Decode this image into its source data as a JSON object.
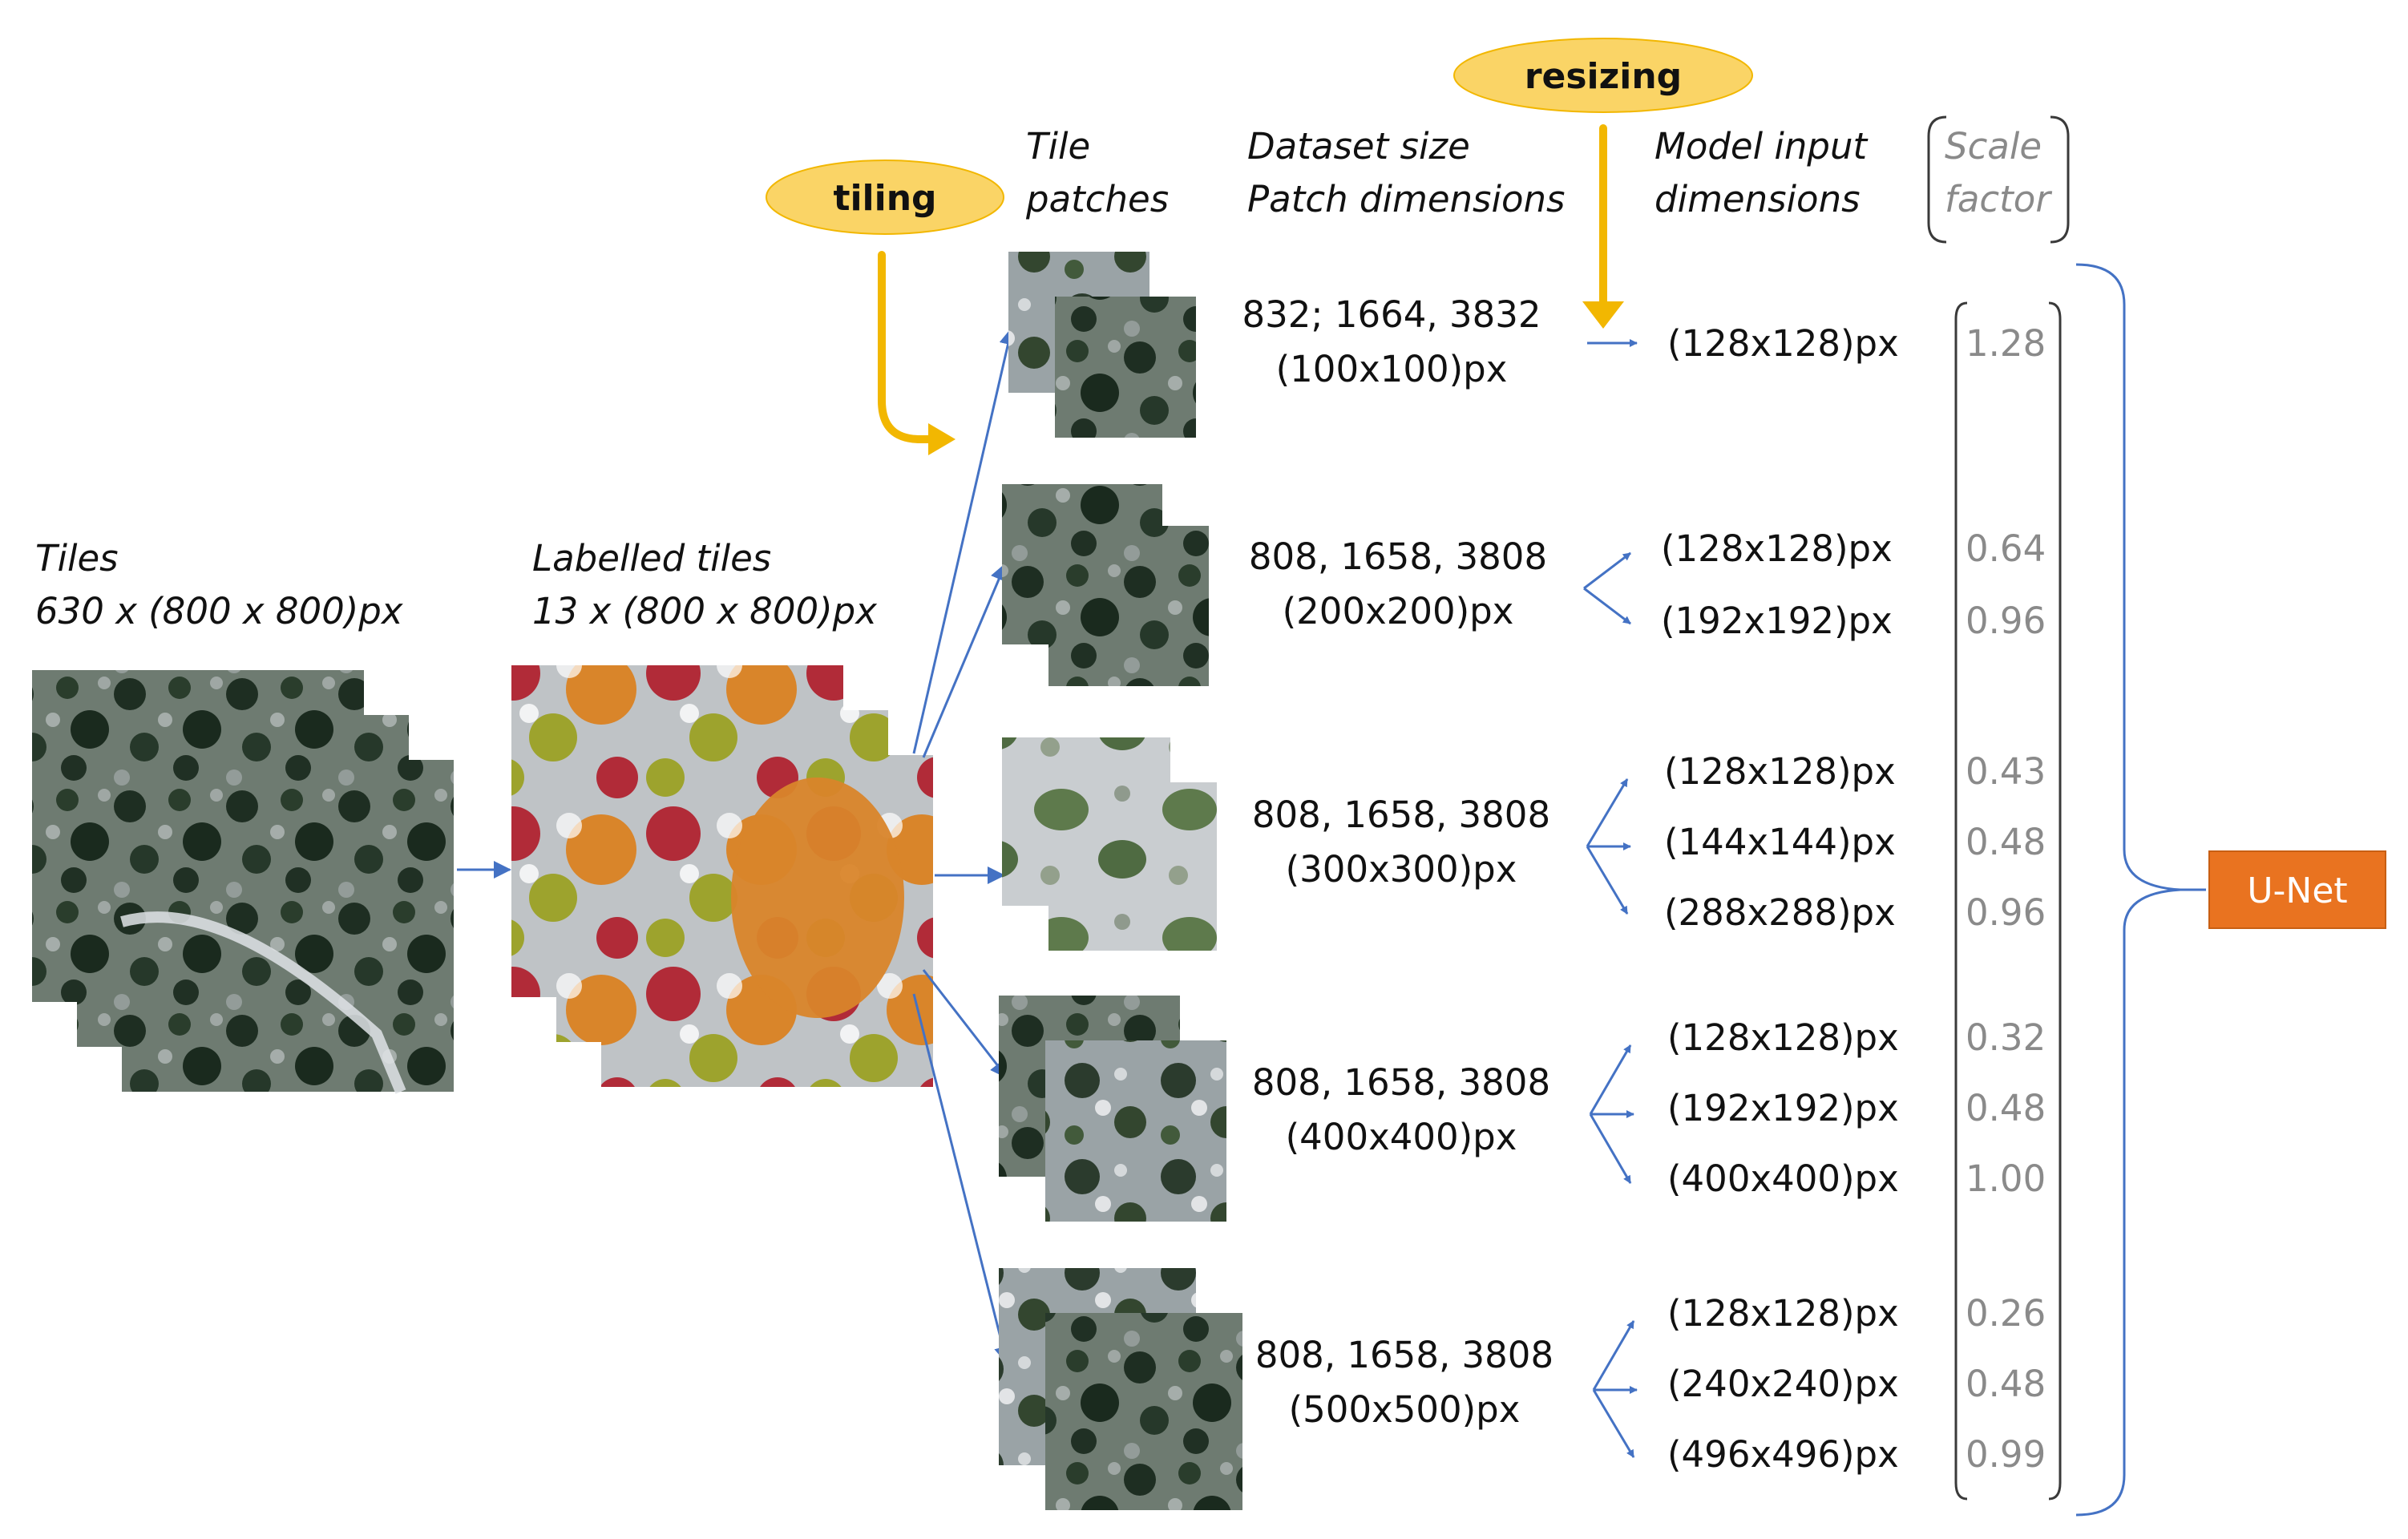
{
  "tiles": {
    "title": "Tiles",
    "subtitle": "630 x (800 x 800)px"
  },
  "labelled_tiles": {
    "title": "Labelled tiles",
    "subtitle": "13 x (800 x 800)px"
  },
  "process": {
    "tiling": "tiling",
    "resizing": "resizing"
  },
  "headers": {
    "tile_patches": [
      "Tile",
      "patches"
    ],
    "dataset": [
      "Dataset size",
      "Patch dimensions"
    ],
    "model_input": [
      "Model input",
      "dimensions"
    ],
    "scale_factor": [
      "Scale",
      "factor"
    ]
  },
  "groups": [
    {
      "dataset": "832; 1664, 3832",
      "patch": "(100x100)px",
      "inputs": [
        {
          "dim": "(128x128)px",
          "scale": "1.28"
        }
      ]
    },
    {
      "dataset": "808, 1658, 3808",
      "patch": "(200x200)px",
      "inputs": [
        {
          "dim": "(128x128)px",
          "scale": "0.64"
        },
        {
          "dim": "(192x192)px",
          "scale": "0.96"
        }
      ]
    },
    {
      "dataset": "808, 1658, 3808",
      "patch": "(300x300)px",
      "inputs": [
        {
          "dim": "(128x128)px",
          "scale": "0.43"
        },
        {
          "dim": "(144x144)px",
          "scale": "0.48"
        },
        {
          "dim": "(288x288)px",
          "scale": "0.96"
        }
      ]
    },
    {
      "dataset": "808, 1658, 3808",
      "patch": "(400x400)px",
      "inputs": [
        {
          "dim": "(128x128)px",
          "scale": "0.32"
        },
        {
          "dim": "(192x192)px",
          "scale": "0.48"
        },
        {
          "dim": "(400x400)px",
          "scale": "1.00"
        }
      ]
    },
    {
      "dataset": "808, 1658, 3808",
      "patch": "(500x500)px",
      "inputs": [
        {
          "dim": "(128x128)px",
          "scale": "0.26"
        },
        {
          "dim": "(240x240)px",
          "scale": "0.48"
        },
        {
          "dim": "(496x496)px",
          "scale": "0.99"
        }
      ]
    }
  ],
  "model": {
    "label": "U-Net"
  },
  "colors": {
    "arrow": "#4472c4",
    "gold": "#f2b701",
    "ellipse_fill": "#fad466",
    "unet_fill": "#e97320",
    "class_orange": "#d9852a",
    "class_red": "#b12b38",
    "class_olive": "#9da32d"
  }
}
